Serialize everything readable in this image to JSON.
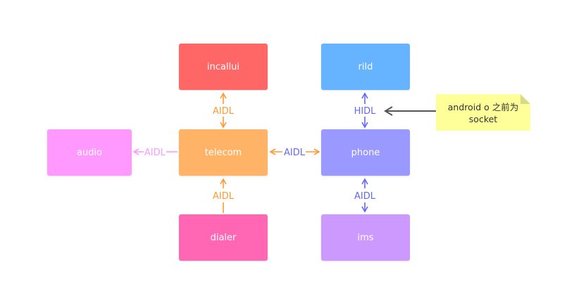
{
  "nodes": {
    "incallui": {
      "label": "incallui",
      "color": "#ff6666"
    },
    "rild": {
      "label": "rild",
      "color": "#66b3ff"
    },
    "audio": {
      "label": "audio",
      "color": "#ff99ff"
    },
    "telecom": {
      "label": "telecom",
      "color": "#ffb366"
    },
    "phone": {
      "label": "phone",
      "color": "#9999ff"
    },
    "dialer": {
      "label": "dialer",
      "color": "#ff66b3"
    },
    "ims": {
      "label": "ims",
      "color": "#cc99ff"
    }
  },
  "edges": {
    "incallui_telecom": {
      "label": "AIDL",
      "color": "#ff9933"
    },
    "telecom_audio": {
      "label": "AIDL",
      "color": "#ff99ff"
    },
    "telecom_phone_label": "AIDL",
    "telecom_phone_color_left": "#ff9933",
    "telecom_phone_color_right": "#6666ff",
    "dialer_telecom": {
      "label": "AIDL",
      "color": "#ff9933"
    },
    "rild_phone": {
      "label": "HIDL",
      "color": "#6666ff"
    },
    "phone_ims": {
      "label": "AIDL",
      "color": "#6666ff"
    },
    "note_pointer_color": "#555555"
  },
  "note": {
    "line1": "android o 之前为",
    "line2": "socket",
    "fill": "#ffff99",
    "fold": "#d9d98c"
  }
}
